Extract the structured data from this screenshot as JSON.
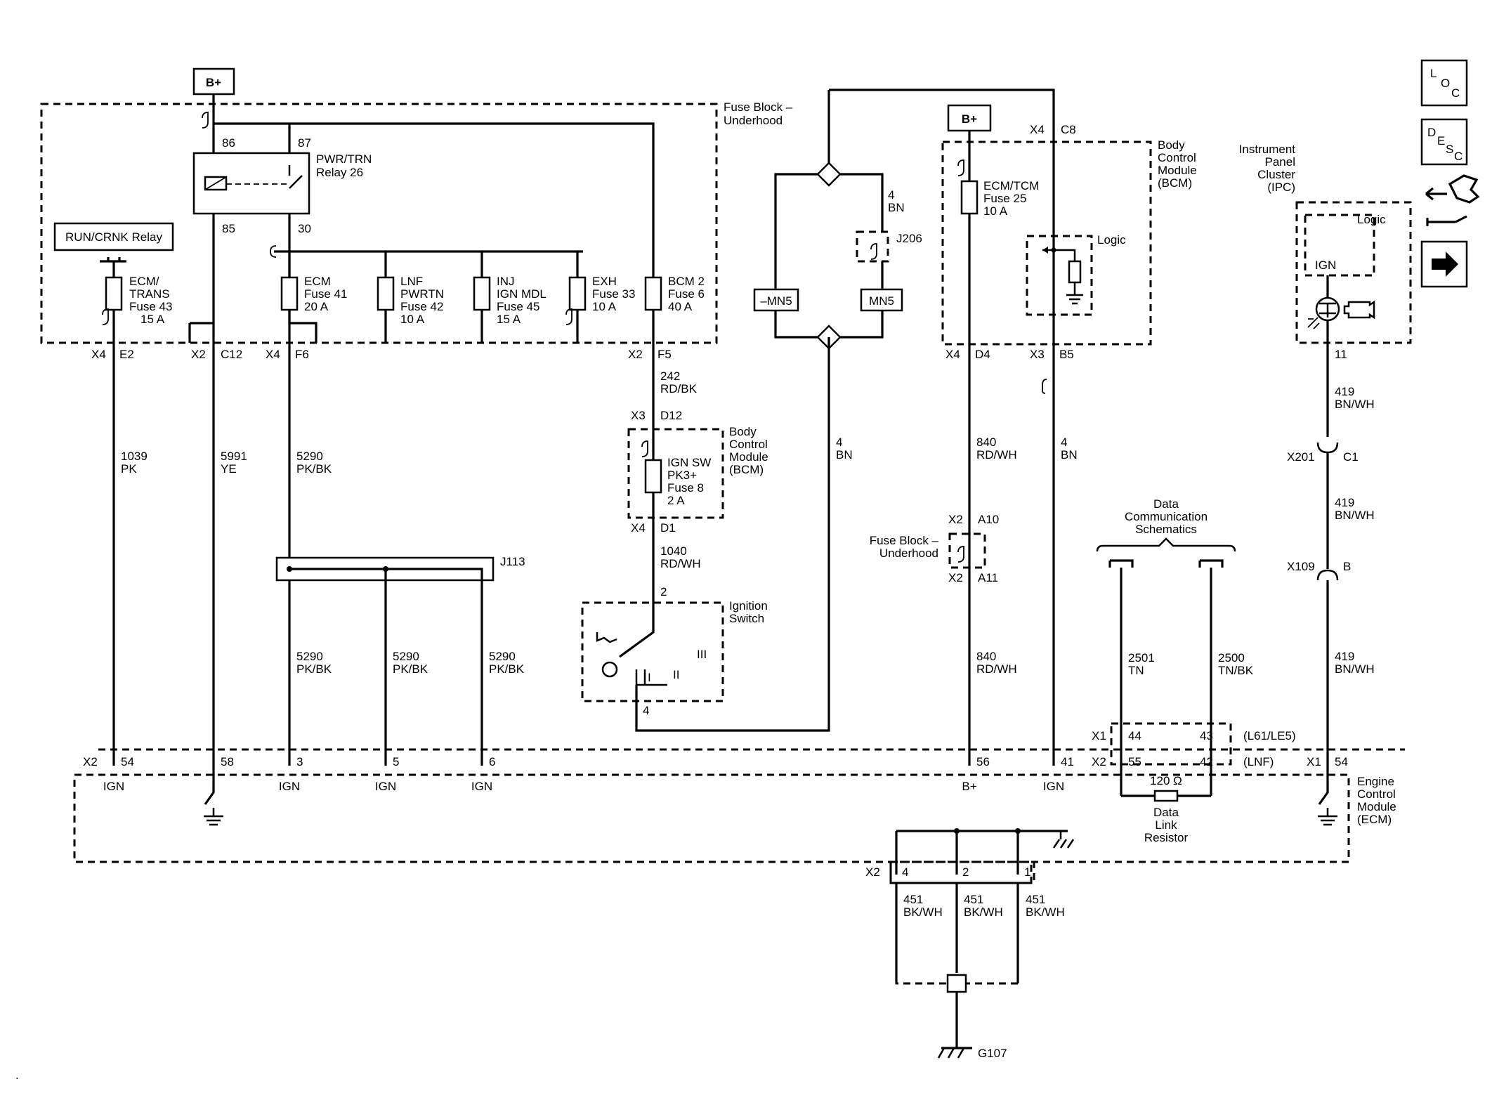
{
  "power": {
    "bplus_label": "B+"
  },
  "fuse_block": {
    "title_1": "Fuse Block –",
    "title_2": "Underhood",
    "relay_main": {
      "name_1": "PWR/TRN",
      "name_2": "Relay 26",
      "pin_86": "86",
      "pin_87": "87",
      "pin_85": "85",
      "pin_30": "30"
    },
    "run_crnk_relay": "RUN/CRNK Relay",
    "fuses": [
      {
        "l1": "ECM/",
        "l2": "TRANS",
        "l3": "Fuse 43",
        "l4": "15 A"
      },
      {
        "l1": "ECM",
        "l2": "Fuse 41",
        "l3": "20 A"
      },
      {
        "l1": "LNF",
        "l2": "PWRTN",
        "l3": "Fuse 42",
        "l4": "10 A"
      },
      {
        "l1": "INJ",
        "l2": "IGN MDL",
        "l3": "Fuse 45",
        "l4": "15 A"
      },
      {
        "l1": "EXH",
        "l2": "Fuse 33",
        "l3": "10 A"
      },
      {
        "l1": "BCM 2",
        "l2": "Fuse 6",
        "l3": "40 A"
      }
    ],
    "connectors": [
      {
        "c": "X4",
        "p": "E2"
      },
      {
        "c": "X2",
        "p": "C12"
      },
      {
        "c": "X4",
        "p": "F6"
      },
      {
        "c": "X2",
        "p": "F5"
      }
    ]
  },
  "wires": {
    "w1039": {
      "num": "1039",
      "col": "PK"
    },
    "w5991": {
      "num": "5991",
      "col": "YE"
    },
    "w5290a": {
      "num": "5290",
      "col": "PK/BK"
    },
    "w5290b": {
      "num": "5290",
      "col": "PK/BK"
    },
    "w5290c": {
      "num": "5290",
      "col": "PK/BK"
    },
    "w5290d": {
      "num": "5290",
      "col": "PK/BK"
    },
    "w242": {
      "num": "242",
      "col": "RD/BK"
    },
    "w1040": {
      "num": "1040",
      "col": "RD/WH"
    },
    "w4a": {
      "num": "4",
      "col": "BN"
    },
    "w4b": {
      "num": "4",
      "col": "BN"
    },
    "w4c": {
      "num": "4",
      "col": "BN"
    },
    "w840a": {
      "num": "840",
      "col": "RD/WH"
    },
    "w840b": {
      "num": "840",
      "col": "RD/WH"
    },
    "w2501": {
      "num": "2501",
      "col": "TN"
    },
    "w2500": {
      "num": "2500",
      "col": "TN/BK"
    },
    "w419a": {
      "num": "419",
      "col": "BN/WH"
    },
    "w419b": {
      "num": "419",
      "col": "BN/WH"
    },
    "w419c": {
      "num": "419",
      "col": "BN/WH"
    },
    "w451a": {
      "num": "451",
      "col": "BK/WH"
    },
    "w451b": {
      "num": "451",
      "col": "BK/WH"
    },
    "w451c": {
      "num": "451",
      "col": "BK/WH"
    }
  },
  "splice_j113": "J113",
  "splice_j206": "J206",
  "mn5_left": "–MN5",
  "mn5_right": "MN5",
  "bcm_ign": {
    "title": [
      "Body",
      "Control",
      "Module",
      "(BCM)"
    ],
    "fuse": [
      "IGN SW",
      "PK3+",
      "Fuse 8",
      "2 A"
    ],
    "top_conn": "X3",
    "top_pin": "D12",
    "bot_conn": "X4",
    "bot_pin": "D1"
  },
  "ignition_switch": {
    "title_1": "Ignition",
    "title_2": "Switch",
    "pin_2": "2",
    "pin_4": "4",
    "pos_1": "I",
    "pos_2": "II",
    "pos_3": "III"
  },
  "bcm_right": {
    "title": [
      "Body",
      "Control",
      "Module",
      "(BCM)"
    ],
    "fuse": [
      "ECM/TCM",
      "Fuse 25",
      "10 A"
    ],
    "logic": "Logic",
    "conn_x4": "X4",
    "pin_c8": "C8",
    "conn_x4b": "X4",
    "pin_d4": "D4",
    "conn_x3": "X3",
    "pin_b5": "B5"
  },
  "fuse_block_2": {
    "title_1": "Fuse Block –",
    "title_2": "Underhood",
    "top_conn": "X2",
    "top_pin": "A10",
    "bot_conn": "X2",
    "bot_pin": "A11"
  },
  "data_comm": {
    "l1": "Data",
    "l2": "Communication",
    "l3": "Schematics"
  },
  "ipc": {
    "title": [
      "Instrument",
      "Panel",
      "Cluster",
      "(IPC)"
    ],
    "logic": "Logic",
    "ign": "IGN",
    "pin_11": "11",
    "x201": "X201",
    "c1": "C1",
    "x109": "X109",
    "b": "B"
  },
  "ecm": {
    "title": [
      "Engine",
      "Control",
      "Module",
      "(ECM)"
    ],
    "pins": [
      {
        "conn": "X2",
        "pin": "54",
        "label": "IGN"
      },
      {
        "pin": "58"
      },
      {
        "pin": "3",
        "label": "IGN"
      },
      {
        "pin": "5",
        "label": "IGN"
      },
      {
        "pin": "6",
        "label": "IGN"
      },
      {
        "pin": "56",
        "label": "B+"
      },
      {
        "pin": "41",
        "label": "IGN"
      }
    ],
    "x1_44_conn": "X1",
    "pin_44": "44",
    "pin_43": "43",
    "opt_l61": "(L61/LE5)",
    "x2_55_conn": "X2",
    "pin_55": "55",
    "pin_42": "42",
    "opt_lnf": "(LNF)",
    "x1_54_conn": "X1",
    "pin_54": "54",
    "resistor_value": "120 Ω",
    "resistor_label": [
      "Data",
      "Link",
      "Resistor"
    ],
    "ground_conn": "X2",
    "gpin_4": "4",
    "gpin_2": "2",
    "gpin_1": "1"
  },
  "ground_g107": "G107",
  "nav": {
    "loc": [
      "L",
      "O",
      "C"
    ],
    "desc": [
      "D",
      "E",
      "S",
      "C"
    ]
  }
}
